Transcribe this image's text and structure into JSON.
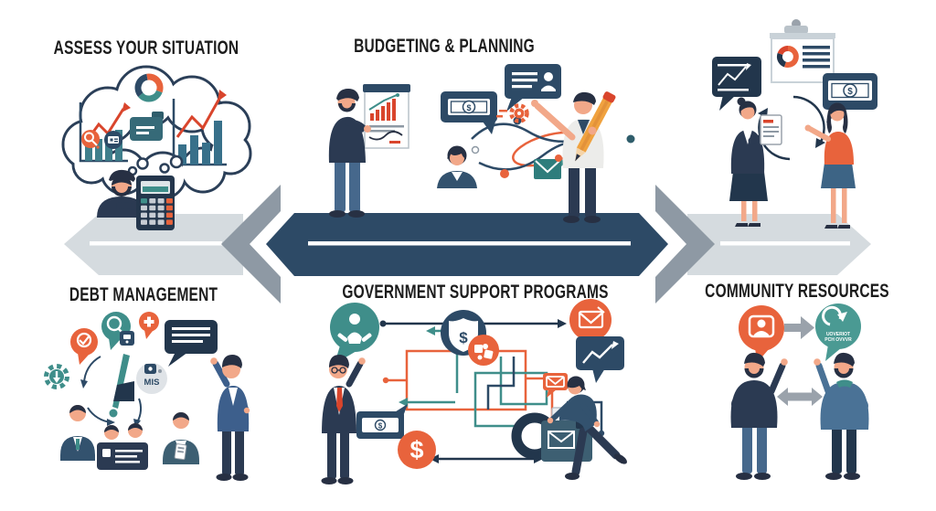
{
  "titles": {
    "assess": "ASSESS YOUR SITUATION",
    "budgeting": "BUDGETING & PLANNING",
    "debt": "DEBT MANAGEMENT",
    "government": "GOVERNMENT SUPPORT PROGRAMS",
    "community": "COMMUNITY RESOURCES"
  },
  "labels": {
    "mis_badge": "MIS",
    "teal_bubble_line1": "UOVERIOT",
    "teal_bubble_line2": "PCH OVVVR"
  },
  "glyphs": {
    "dollar": "$"
  },
  "palette": {
    "navy": "#2d4a66",
    "navy_deep": "#22364c",
    "hair_dark": "#273043",
    "suit_dark": "#2b3a52",
    "blue_suit": "#3d5f8c",
    "steel_jeans": "#46688c",
    "slate": "#33526e",
    "teal": "#3f8e8a",
    "teal_light": "#4a9a93",
    "orange": "#e8633c",
    "red": "#d9452c",
    "pencil_orange": "#f0a23f",
    "skin": "#f2a889",
    "light_band": "#d5dbdf",
    "chevron_gray": "#8e99a4",
    "arrow_gray": "#9aa2ab",
    "title_color": "#1c1c1c",
    "background": "#ffffff"
  }
}
